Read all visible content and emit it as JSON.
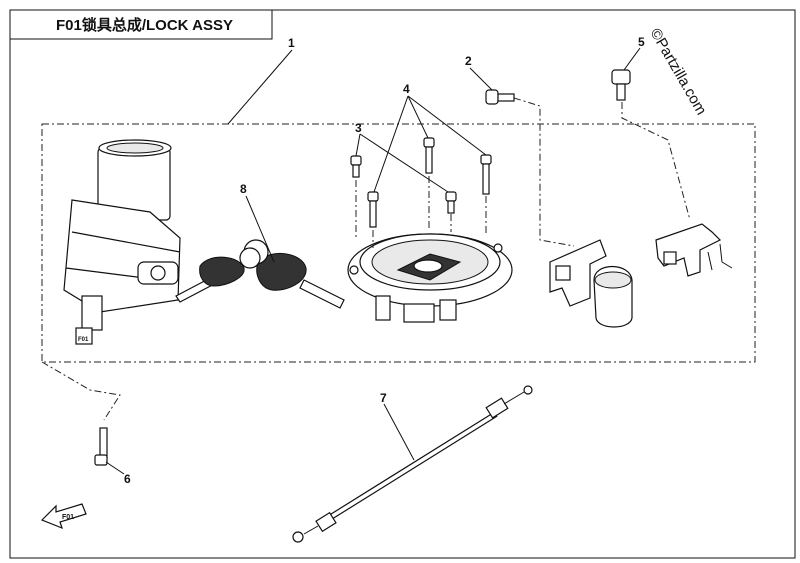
{
  "title": "F01锁具总成/LOCK ASSY",
  "watermark": "©Partzilla.com",
  "callouts": [
    "1",
    "2",
    "3",
    "4",
    "5",
    "6",
    "7",
    "8"
  ],
  "arrow_label": "F01"
}
